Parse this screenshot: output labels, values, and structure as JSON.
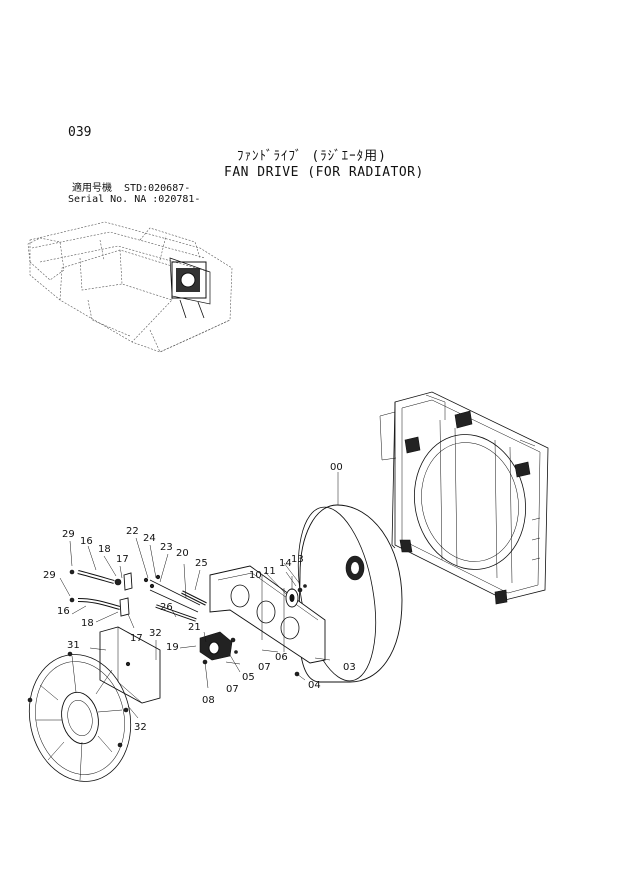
{
  "header": {
    "page_number": "039",
    "title_jp": "ﾌｧﾝﾄﾞﾗｲﾌﾞ (ﾗｼﾞｴｰﾀ用)",
    "title_en": "FAN DRIVE (FOR RADIATOR)",
    "serial_line_1": "適用号機  STD:020687-",
    "serial_line_2": "Serial No. NA :020781-"
  },
  "callouts": {
    "c00": "00",
    "c03": "03",
    "c04": "04",
    "c05": "05",
    "c06": "06",
    "c07a": "07",
    "c07b": "07",
    "c08": "08",
    "c10": "10",
    "c11": "11",
    "c13": "13",
    "c14": "14",
    "c16a": "16",
    "c16b": "16",
    "c17a": "17",
    "c17b": "17",
    "c18a": "18",
    "c18b": "18",
    "c19": "19",
    "c20": "20",
    "c21": "21",
    "c22": "22",
    "c23": "23",
    "c24": "24",
    "c25": "25",
    "c26": "26",
    "c29a": "29",
    "c29b": "29",
    "c31": "31",
    "c32a": "32",
    "c32b": "32"
  }
}
